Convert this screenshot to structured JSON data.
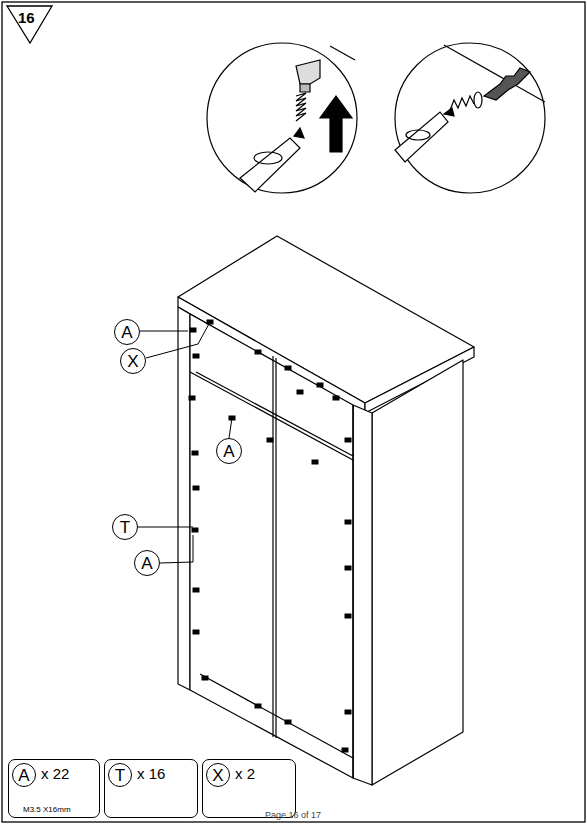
{
  "diagram": {
    "nodes": [
      {
        "text": [
          "16"
        ]
      },
      {
        "text": [
          "A"
        ]
      },
      {
        "text": [
          "X"
        ]
      },
      {
        "text": [
          "A"
        ]
      },
      {
        "text": [
          "T"
        ]
      },
      {
        "text": [
          "A"
        ]
      },
      {
        "text": [
          "x 22",
          "M3.5 X16mm"
        ]
      },
      {
        "text": [
          "A"
        ],
        "in": 6
      },
      {
        "text": [
          "x 16"
        ]
      },
      {
        "text": [
          "T"
        ],
        "in": 8
      },
      {
        "text": [
          "x 2"
        ]
      },
      {
        "text": [
          "X"
        ],
        "in": 10
      }
    ],
    "labels": [
      "Page 16 of 17"
    ]
  }
}
